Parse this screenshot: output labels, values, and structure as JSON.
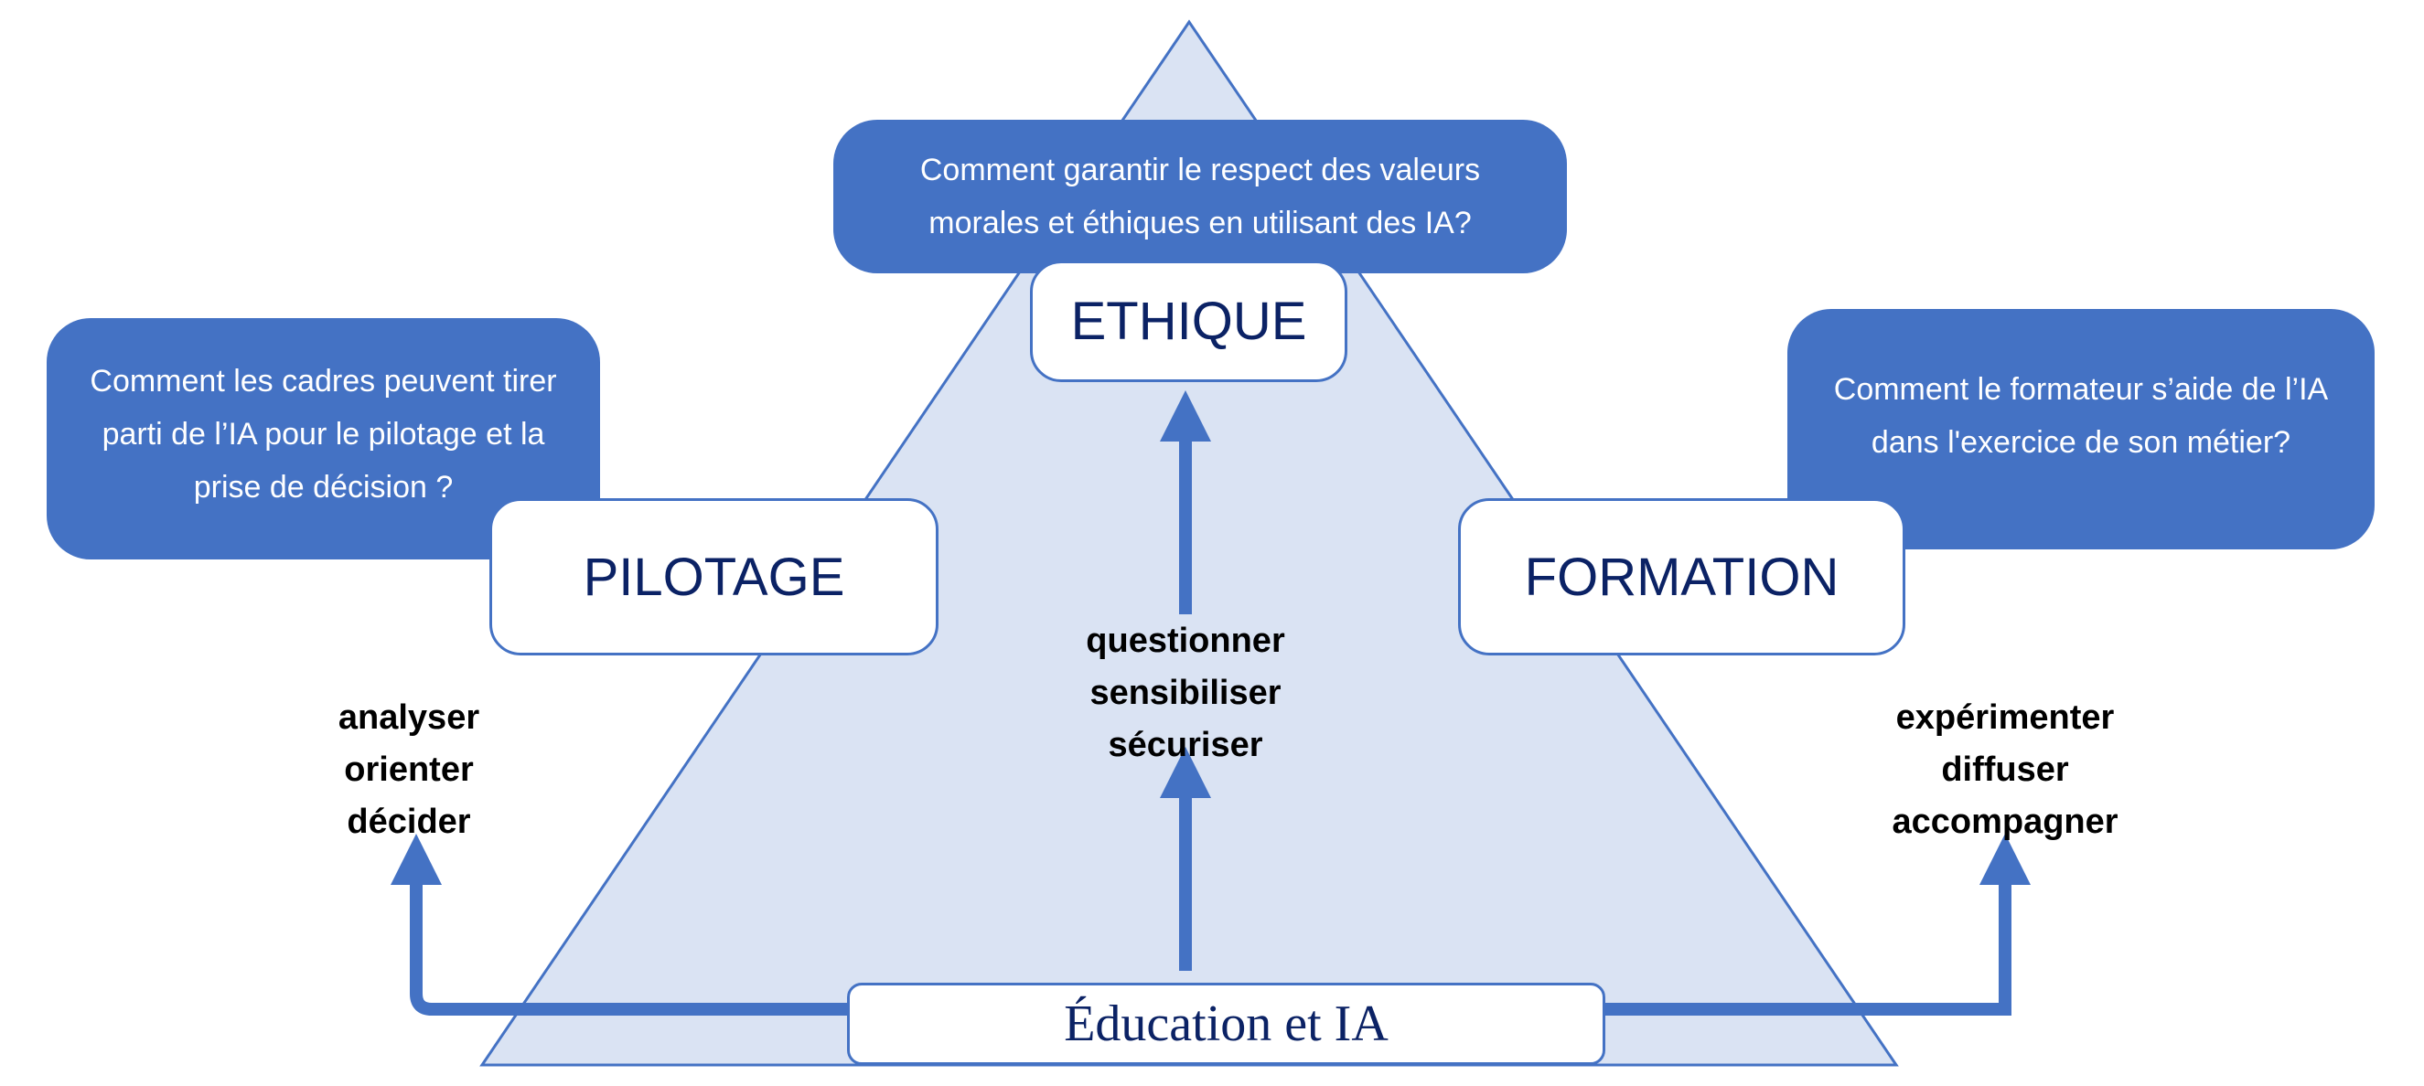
{
  "colors": {
    "accent": "#4472C4",
    "triangle_fill": "#DAE3F3",
    "label_text": "#0B2265"
  },
  "base": {
    "label": "Éducation et IA"
  },
  "pillars": {
    "ethique": {
      "label": "ETHIQUE",
      "question": "Comment garantir le respect des valeurs morales et éthiques en utilisant des IA?",
      "verbs": [
        "questionner",
        "sensibiliser",
        "sécuriser"
      ]
    },
    "pilotage": {
      "label": "PILOTAGE",
      "question": "Comment les cadres peuvent tirer parti de l’IA pour le pilotage et la prise de décision ?",
      "verbs": [
        "analyser",
        "orienter",
        "décider"
      ]
    },
    "formation": {
      "label": "FORMATION",
      "question": "Comment le formateur s’aide de l’IA dans l'exercice de son métier?",
      "verbs": [
        "expérimenter",
        "diffuser",
        "accompagner"
      ]
    }
  }
}
